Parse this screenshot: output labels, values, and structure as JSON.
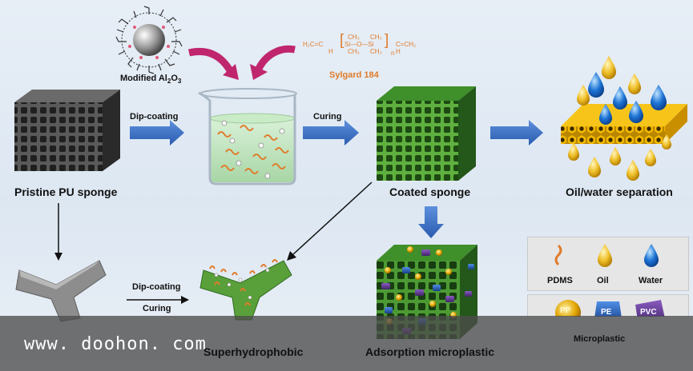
{
  "labels": {
    "modified_al2o3": "Modified Al",
    "al_sub": "2",
    "o": "O",
    "o_sub": "3",
    "sylgard": "Sylgard 184",
    "dip_coating_top": "Dip-coating",
    "curing_top": "Curing",
    "pristine": "Pristine PU sponge",
    "coated": "Coated sponge",
    "oil_water": "Oil/water separation",
    "dip_coating_bottom": "Dip-coating",
    "curing_bottom": "Curing",
    "superhydrophobic": "Superhydrophobic",
    "adsorption": "Adsorption microplastic"
  },
  "formula": {
    "left": "H₂C=C",
    "left_h": "H",
    "ch3_a": "CH₃",
    "ch3_b": "CH₃",
    "ch3_c": "CH₃",
    "ch3_d": "CH₃",
    "si_o_si": "Si—O—Si",
    "n": "n",
    "right": "C=CH₂",
    "right_h": "H"
  },
  "legend": {
    "pdms": "PDMS",
    "oil": "Oil",
    "water": "Water",
    "pp": "PP",
    "pe": "PE",
    "pvc": "PVC",
    "microplastic": "Microplastic"
  },
  "watermark": "www. doohon. com",
  "colors": {
    "arrow_blue": "#3a6fc4",
    "magenta": "#c0266e",
    "orange": "#e07b2a",
    "sponge_green": "#3f8f2a",
    "sponge_gray": "#3b3b3b",
    "oil_yellow": "#e8b020",
    "water_blue": "#1e66c8",
    "grid_yellow": "#f0b400"
  }
}
